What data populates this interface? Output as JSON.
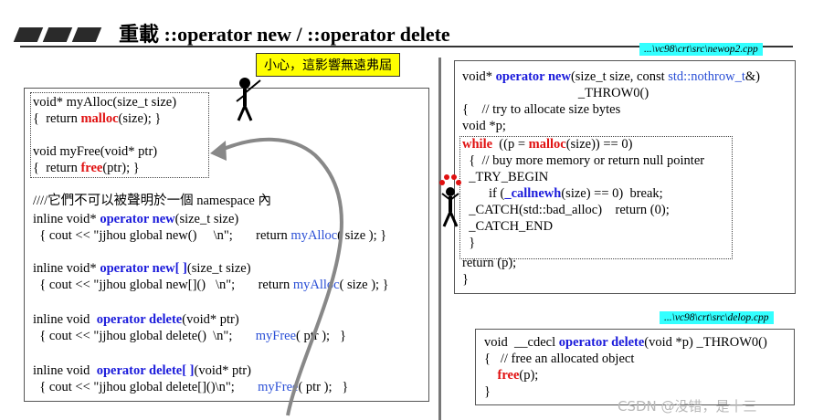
{
  "title": "重載 ::operator new / ::operator delete",
  "warning": "小心，這影響無遠弗屆",
  "left": {
    "lines": [
      {
        "parts": [
          [
            "",
            "void* myAlloc(size_t size)"
          ]
        ]
      },
      {
        "parts": [
          [
            "",
            "{  return "
          ],
          [
            "red",
            "malloc"
          ],
          [
            "",
            "(size); }"
          ]
        ]
      },
      {
        "parts": [
          [
            "",
            "void myFree(void* ptr)"
          ]
        ]
      },
      {
        "parts": [
          [
            "",
            "{  return "
          ],
          [
            "red",
            "free"
          ],
          [
            "",
            "(ptr); }"
          ]
        ]
      },
      {
        "parts": [
          [
            "",
            "////它們不可以被聲明於一個 namespace 內"
          ]
        ]
      },
      {
        "parts": [
          [
            "",
            "inline void* "
          ],
          [
            "kw",
            "operator new"
          ],
          [
            "",
            "(size_t size)"
          ]
        ]
      },
      {
        "parts": [
          [
            "",
            "  { cout << \"jjhou global new()     \\n\";       return "
          ],
          [
            "blue",
            "myAlloc"
          ],
          [
            "",
            "( size ); }"
          ]
        ]
      },
      {
        "parts": [
          [
            "",
            "inline void* "
          ],
          [
            "kw",
            "operator new[ ]"
          ],
          [
            "",
            "(size_t size)"
          ]
        ]
      },
      {
        "parts": [
          [
            "",
            "  { cout << \"jjhou global new[]()   \\n\";       return "
          ],
          [
            "blue",
            "myAlloc"
          ],
          [
            "",
            "( size ); }"
          ]
        ]
      },
      {
        "parts": [
          [
            "",
            "inline void  "
          ],
          [
            "kw",
            "operator delete"
          ],
          [
            "",
            "(void* ptr)"
          ]
        ]
      },
      {
        "parts": [
          [
            "",
            "  { cout << \"jjhou global delete()  \\n\";       "
          ],
          [
            "blue",
            "myFree"
          ],
          [
            "",
            "( ptr );   }"
          ]
        ]
      },
      {
        "parts": [
          [
            "",
            "inline void  "
          ],
          [
            "kw",
            "operator delete[ ]"
          ],
          [
            "",
            "(void* ptr)"
          ]
        ]
      },
      {
        "parts": [
          [
            "",
            "  { cout << \"jjhou global delete[]()\\n\";       "
          ],
          [
            "blue",
            "myFree"
          ],
          [
            "",
            "( ptr );   }"
          ]
        ]
      }
    ]
  },
  "right_top": {
    "path": "...\\vc98\\crt\\src\\newop2.cpp",
    "lines": [
      {
        "parts": [
          [
            "",
            "void* "
          ],
          [
            "kw",
            "operator new"
          ],
          [
            "",
            "(size_t size, const "
          ],
          [
            "blue",
            "std::nothrow_t"
          ],
          [
            "",
            "&)"
          ]
        ]
      },
      {
        "parts": [
          [
            "",
            "                                   _THROW0()"
          ]
        ]
      },
      {
        "parts": [
          [
            "",
            "{    // try to allocate size bytes"
          ]
        ]
      },
      {
        "parts": [
          [
            "",
            "void *p;"
          ]
        ]
      },
      {
        "parts": [
          [
            "red",
            "while"
          ],
          [
            "",
            "  ((p = "
          ],
          [
            "red",
            "malloc"
          ],
          [
            "",
            "(size)) == 0)"
          ]
        ]
      },
      {
        "parts": [
          [
            "",
            "  {  // buy more memory or return null pointer"
          ]
        ]
      },
      {
        "parts": [
          [
            "",
            "  _TRY_BEGIN"
          ]
        ]
      },
      {
        "parts": [
          [
            "",
            "        if ("
          ],
          [
            "blueb",
            "_callnewh"
          ],
          [
            "",
            "(size) == 0)  break;"
          ]
        ]
      },
      {
        "parts": [
          [
            "",
            "  _CATCH(std::bad_alloc)    return (0);"
          ]
        ]
      },
      {
        "parts": [
          [
            "",
            "  _CATCH_END"
          ]
        ]
      },
      {
        "parts": [
          [
            "",
            "  }"
          ]
        ]
      },
      {
        "parts": [
          [
            "",
            "return (p);"
          ]
        ]
      },
      {
        "parts": [
          [
            "",
            "}"
          ]
        ]
      }
    ]
  },
  "right_bottom": {
    "path": "...\\vc98\\crt\\src\\delop.cpp",
    "lines": [
      {
        "parts": [
          [
            "",
            "void  __cdecl "
          ],
          [
            "kw",
            "operator delete"
          ],
          [
            "",
            "(void *p) _THROW0()"
          ]
        ]
      },
      {
        "parts": [
          [
            "",
            "{   // free an allocated object"
          ]
        ]
      },
      {
        "parts": [
          [
            "",
            "    "
          ],
          [
            "red",
            "free"
          ],
          [
            "",
            "(p);"
          ]
        ]
      },
      {
        "parts": [
          [
            "",
            "}"
          ]
        ]
      }
    ]
  },
  "watermark": "CSDN @没错，是十三",
  "colors": {
    "keyword": "#1a1adb",
    "alloc": "#e01010",
    "path_bg": "#33ffff",
    "warning_bg": "#ffff00"
  }
}
